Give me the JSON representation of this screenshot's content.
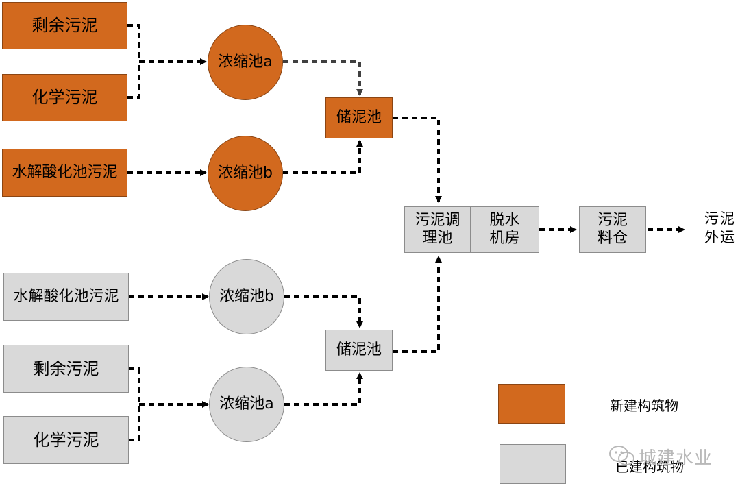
{
  "colors": {
    "new": "#d2691e",
    "existing": "#d9d9d9",
    "arrow": "#000000"
  },
  "new_section": {
    "source1": "剩余污泥",
    "source2": "化学污泥",
    "source3": "水解酸化池污泥",
    "thickener_a": "浓缩池a",
    "thickener_b": "浓缩池b",
    "storage": "储泥池"
  },
  "existing_section": {
    "source1": "水解酸化池污泥",
    "source2": "剩余污泥",
    "source3": "化学污泥",
    "thickener_b": "浓缩池b",
    "thickener_a": "浓缩池a",
    "storage": "储泥池"
  },
  "process": {
    "conditioning_line1": "污泥调",
    "conditioning_line2": "理池",
    "dewatering_line1": "脱水",
    "dewatering_line2": "机房",
    "silo_line1": "污泥",
    "silo_line2": "料仓",
    "output_line1": "污泥",
    "output_line2": "外运"
  },
  "legend": {
    "new_label": "新建构筑物",
    "existing_label": "已建构筑物",
    "new_icon": "orange-square",
    "existing_icon": "gray-square"
  },
  "watermark": {
    "text": "城建水业",
    "icon": "wechat-icon"
  }
}
